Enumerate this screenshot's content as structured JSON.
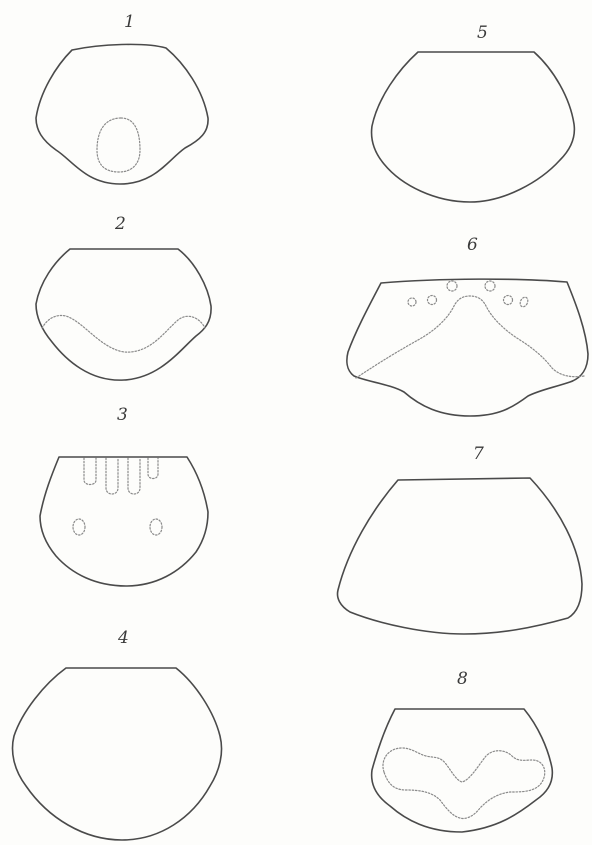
{
  "figures": [
    {
      "number": "1"
    },
    {
      "number": "2"
    },
    {
      "number": "3"
    },
    {
      "number": "4"
    },
    {
      "number": "5"
    },
    {
      "number": "6"
    },
    {
      "number": "7"
    },
    {
      "number": "8"
    }
  ],
  "colors": {
    "outline": "#4a4a4a",
    "dotted_marking": "#8a8a8a",
    "label": "#3a3a3a",
    "paper": "#fdfdfb"
  }
}
